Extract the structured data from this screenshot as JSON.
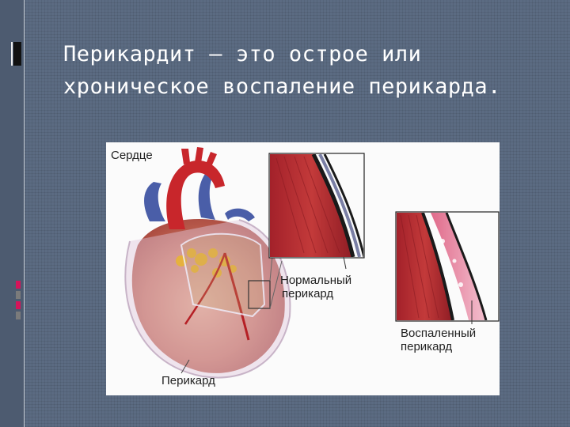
{
  "slide": {
    "title": "Перикардит – это острое или хроническое воспаление перикарда."
  },
  "figure": {
    "label_heart": "Сердце",
    "label_normal_line1": "Нормальный",
    "label_normal_line2": "перикард",
    "label_inflamed_line1": "Воспаленный",
    "label_inflamed_line2": "перикард",
    "label_pericardium": "Перикард"
  },
  "colors": {
    "background": "#5b6b82",
    "accent_pink": "#d4145a",
    "accent_grey": "#8c8c8c",
    "heart_red": "#c8262b",
    "vessel_blue": "#4a5ea8"
  }
}
